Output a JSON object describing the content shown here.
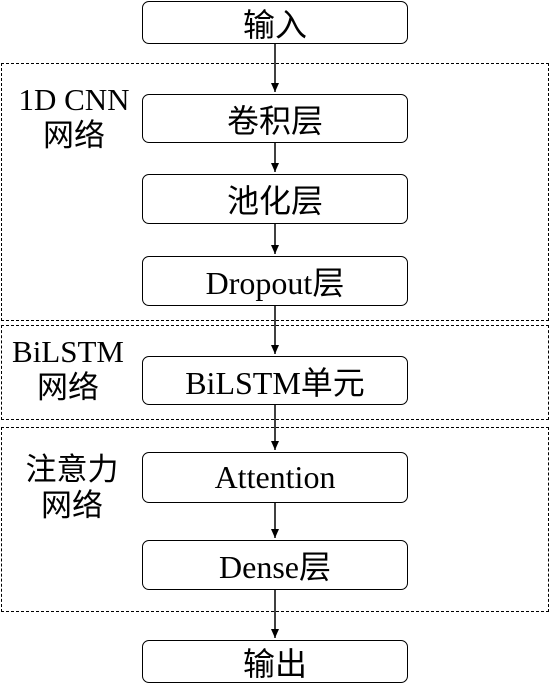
{
  "nodes": {
    "input": "输入",
    "conv": "卷积层",
    "pool": "池化层",
    "dropout": "Dropout层",
    "bilstm": "BiLSTM单元",
    "attention": "Attention",
    "dense": "Dense层",
    "output": "输出"
  },
  "groups": {
    "cnn": "1D CNN\n网络",
    "bilstm": "BiLSTM\n网络",
    "attention": "注意力\n网络"
  }
}
